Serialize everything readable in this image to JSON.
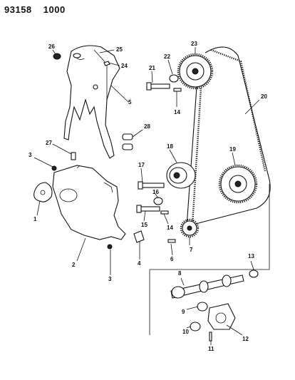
{
  "header": {
    "part_number": "93158",
    "sheet": "1000"
  },
  "callouts": [
    "1",
    "2",
    "3",
    "3",
    "4",
    "5",
    "6",
    "7",
    "8",
    "9",
    "10",
    "11",
    "12",
    "13",
    "14",
    "14",
    "15",
    "16",
    "17",
    "18",
    "19",
    "20",
    "21",
    "22",
    "23",
    "24",
    "25",
    "26",
    "27",
    "28"
  ]
}
